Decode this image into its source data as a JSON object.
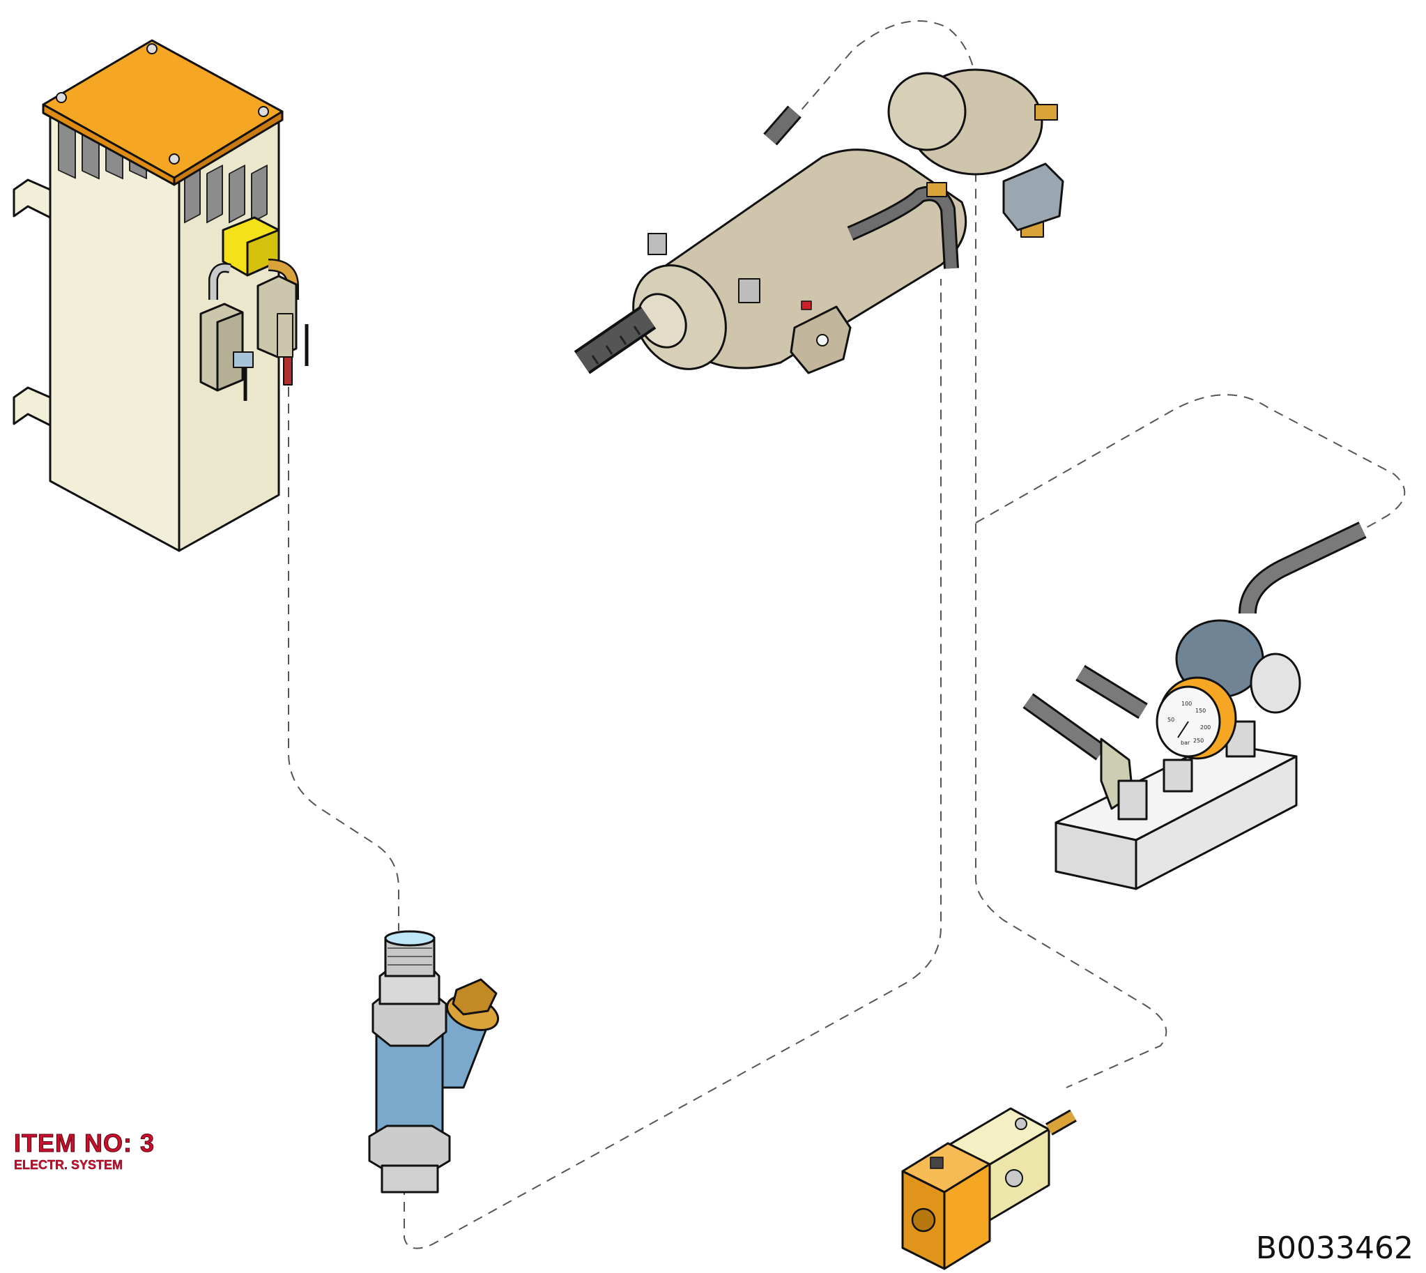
{
  "label": {
    "item_no": "ITEM NO: 3",
    "subtitle": "ELECTR. SYSTEM"
  },
  "drawing_number": "B0033462",
  "gauge": {
    "ticks": [
      "50",
      "100",
      "150",
      "200",
      "250"
    ],
    "unit": "bar"
  },
  "colors": {
    "cabinet_body": "#f2efd9",
    "cabinet_roof": "#f5a623",
    "valve_yellow": "#f5e11a",
    "motor_tan": "#cfc4ac",
    "filter_blue": "#7aa9cc",
    "solenoid_body": "#f5f0c4",
    "solenoid_coil": "#f5a623",
    "manifold_grey": "#eeeeee",
    "regulator_slate": "#6f8596",
    "label_red": "#c8102e",
    "dashed_line": "#555555"
  },
  "components": [
    {
      "name": "electrical-cabinet",
      "icon": "cabinet-icon"
    },
    {
      "name": "drill-motor",
      "icon": "motor-icon"
    },
    {
      "name": "water-filter",
      "icon": "y-strainer-icon"
    },
    {
      "name": "solenoid-valve",
      "icon": "solenoid-icon"
    },
    {
      "name": "pressure-manifold",
      "icon": "manifold-icon"
    }
  ]
}
